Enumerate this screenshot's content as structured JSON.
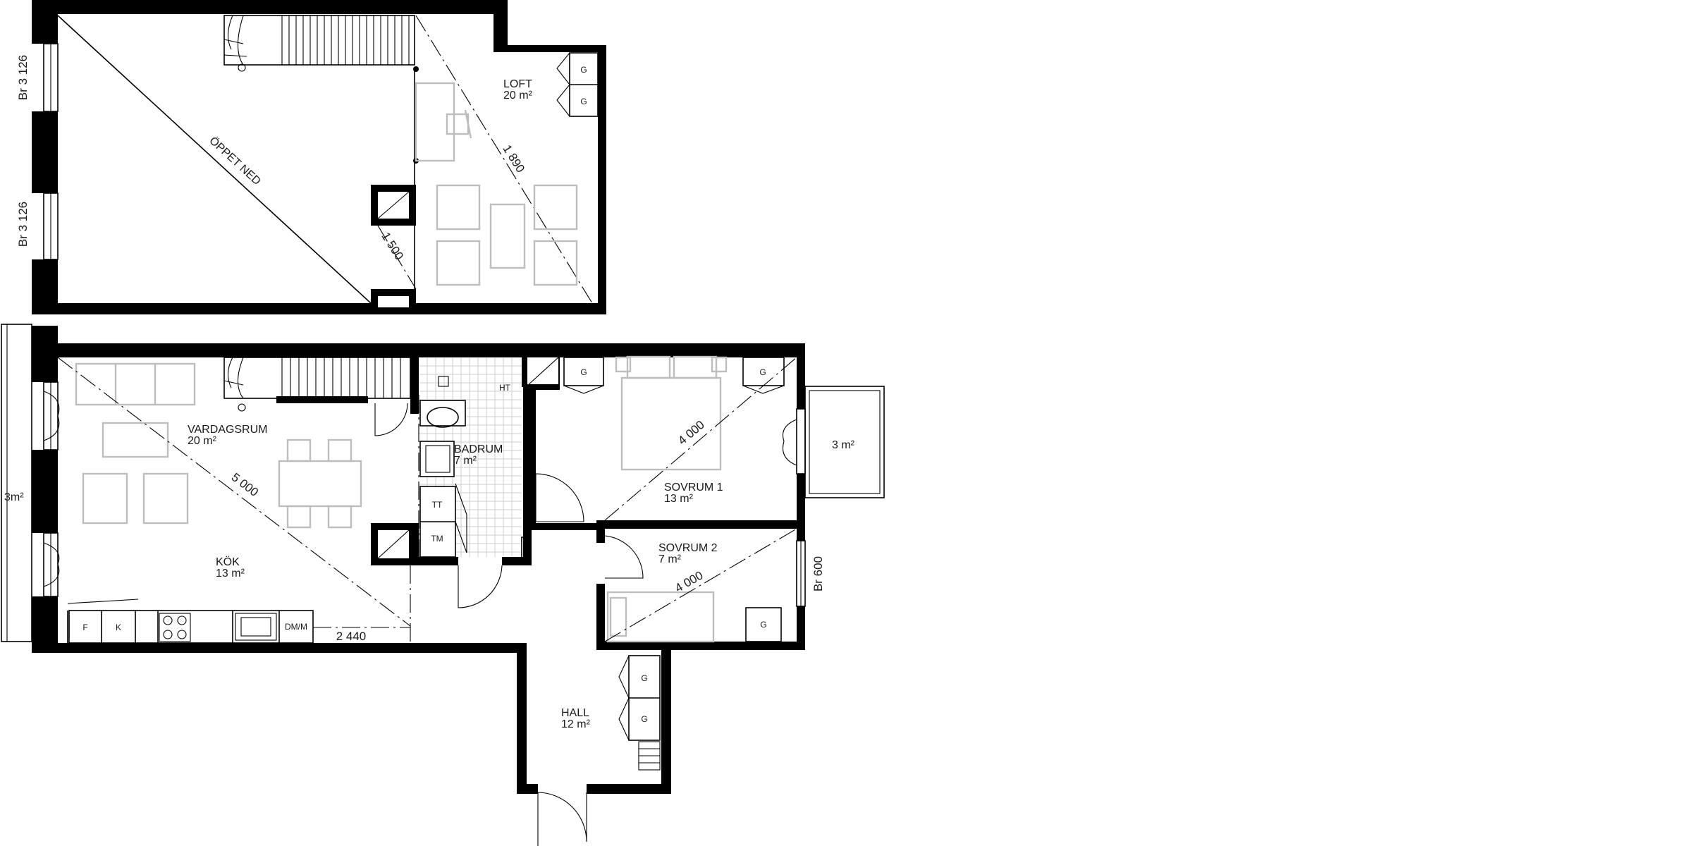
{
  "rooms": {
    "loft": {
      "name": "LOFT",
      "area": "20 m²"
    },
    "vardagsrum": {
      "name": "VARDAGSRUM",
      "area": "20 m²"
    },
    "badrum": {
      "name": "BADRUM",
      "area": "7 m²"
    },
    "sovrum1": {
      "name": "SOVRUM 1",
      "area": "13 m²"
    },
    "sovrum2": {
      "name": "SOVRUM 2",
      "area": "7 m²"
    },
    "kok": {
      "name": "KÖK",
      "area": "13 m²"
    },
    "hall": {
      "name": "HALL",
      "area": "12 m²"
    }
  },
  "balconies": {
    "left": "3m²",
    "right": "3 m²"
  },
  "void_label": "ÖPPET NED",
  "dimensions": {
    "loft_diagonal": "1 890",
    "stair_diagonal": "1 500",
    "living_diagonal": "5 000",
    "sovrum1_diagonal": "4 000",
    "sovrum2_diagonal": "4 000",
    "kitchen_length": "2 440"
  },
  "window_labels": {
    "loft_upper": "Br 3 126",
    "loft_lower": "Br 3 126",
    "sovrum2": "Br 600"
  },
  "fixtures": {
    "wardrobe": "G",
    "heat": "HT",
    "tumble_dryer": "TT",
    "washing_machine": "TM",
    "fridge": "F",
    "freezer": "K",
    "dishwasher_micro": "DM/M"
  }
}
